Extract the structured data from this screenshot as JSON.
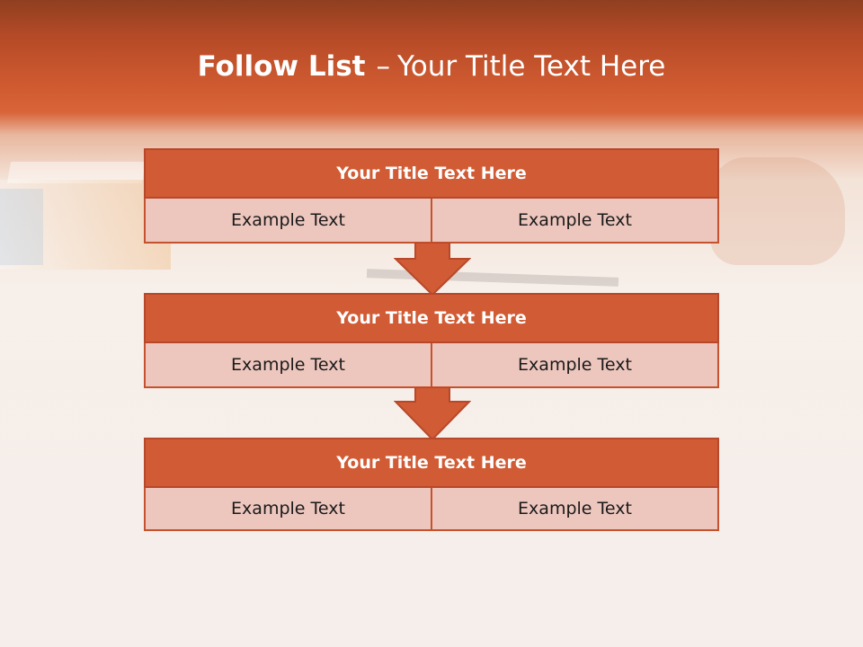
{
  "slide": {
    "title_bold": "Follow List",
    "title_dash": "–",
    "title_rest": "Your Title Text Here"
  },
  "blocks": [
    {
      "title": "Your Title Text Here",
      "cells": [
        "Example Text",
        "Example Text"
      ]
    },
    {
      "title": "Your Title Text Here",
      "cells": [
        "Example Text",
        "Example Text"
      ]
    },
    {
      "title": "Your Title Text Here",
      "cells": [
        "Example Text",
        "Example Text"
      ]
    }
  ],
  "colors": {
    "header_band": "#cf5a30",
    "block_title_fill": "#d15b34",
    "cell_fill": "#edc6bd",
    "arrow_fill": "#d15b34"
  }
}
